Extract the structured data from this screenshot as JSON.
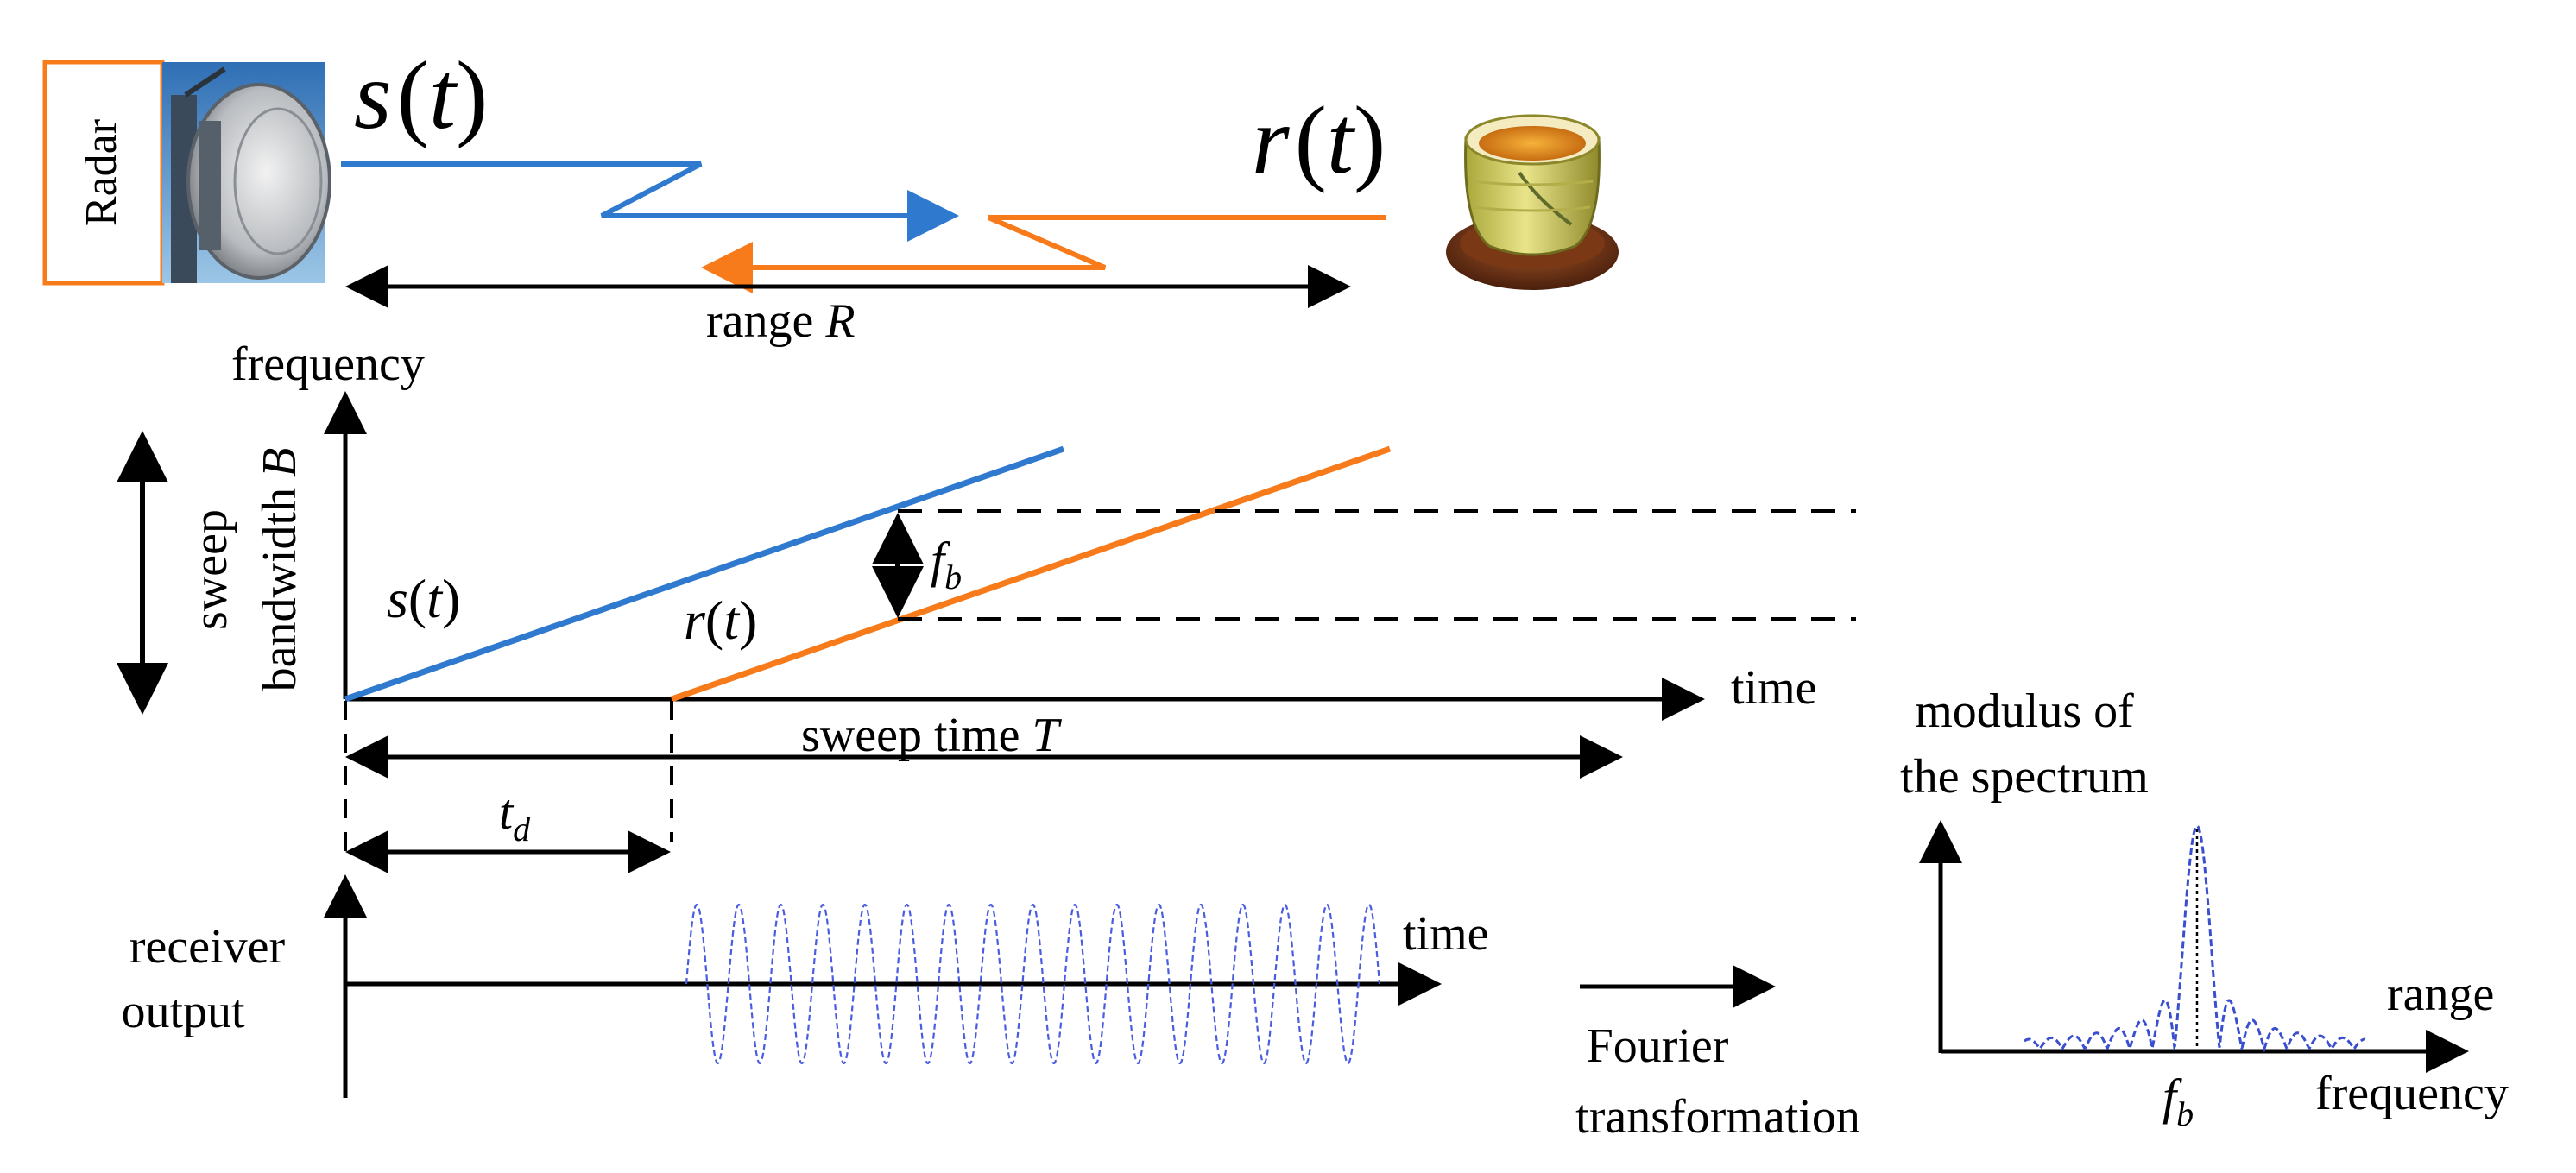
{
  "colors": {
    "transmit": "#2f79cf",
    "receive": "#f77b1b",
    "beat_wave": "#4a5ce0",
    "radar_border": "#f77b1b",
    "axis": "#000000"
  },
  "top": {
    "radar_label": "Radar",
    "s_fn": "s",
    "s_var": "t",
    "r_fn": "r",
    "r_var": "t",
    "range_word": "range",
    "range_symbol": "R",
    "radar_dish_icon": "radar-dish-photo",
    "target_icon": "tea-cup-icon"
  },
  "chirp": {
    "y_axis_label": "frequency",
    "x_axis_label": "time",
    "bandwidth_line1": "sweep",
    "bandwidth_word": "bandwidth",
    "bandwidth_symbol": "B",
    "s_fn": "s",
    "s_var": "t",
    "r_fn": "r",
    "r_var": "t",
    "fb_main": "f",
    "fb_sub": "b",
    "sweep_time_word": "sweep time",
    "sweep_time_symbol": "T",
    "td_main": "t",
    "td_sub": "d"
  },
  "receiver": {
    "y_label_line1": "receiver",
    "y_label_line2": "output",
    "x_label": "time"
  },
  "fourier": {
    "line1": "Fourier",
    "line2": "transformation"
  },
  "spectrum": {
    "y_label_line1": "modulus of",
    "y_label_line2": "the spectrum",
    "x_label_top": "range",
    "x_label_bottom": "frequency",
    "fb_main": "f",
    "fb_sub": "b"
  }
}
